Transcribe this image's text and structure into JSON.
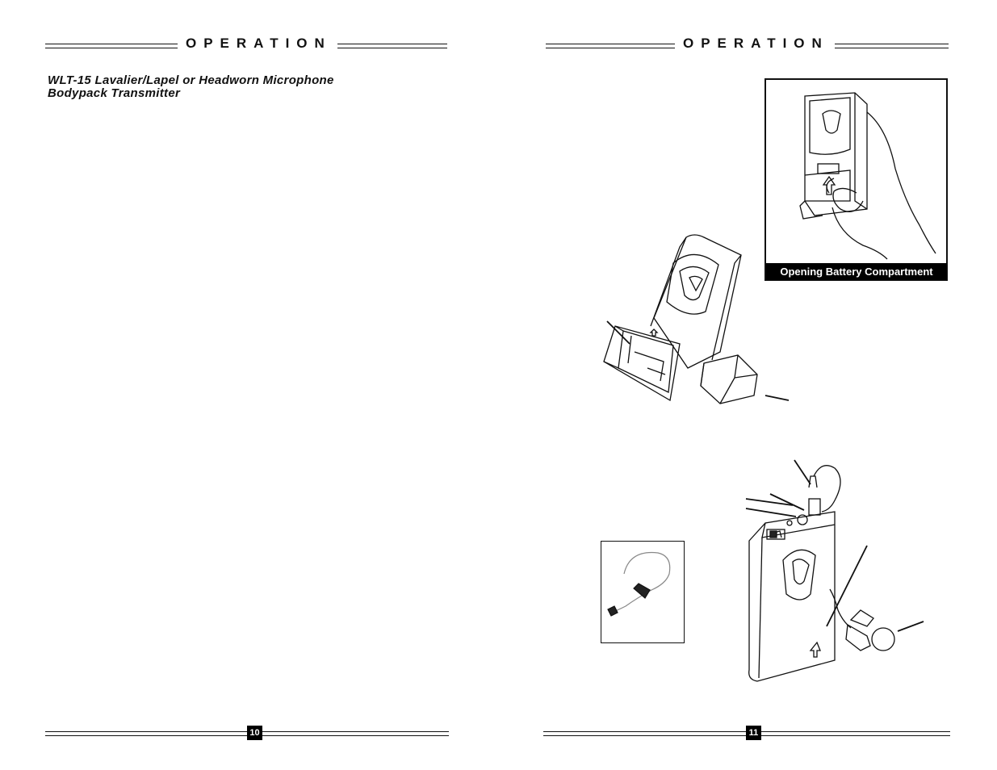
{
  "left_page": {
    "section_title": "OPERATION",
    "heading_line1": "WLT-15 Lavalier/Lapel or Headworn Microphone",
    "heading_line2": "Bodypack Transmitter",
    "page_number": "10"
  },
  "right_page": {
    "section_title": "OPERATION",
    "figure_caption": "Opening Battery Compartment",
    "page_number": "11"
  },
  "colors": {
    "ink": "#111111",
    "caption_bg": "#000000",
    "caption_text": "#ffffff"
  },
  "icons": [
    "battery-compartment-illustration",
    "bodypack-transmitter-illustration",
    "headworn-microphone-illustration",
    "hand-opening-battery-illustration"
  ]
}
